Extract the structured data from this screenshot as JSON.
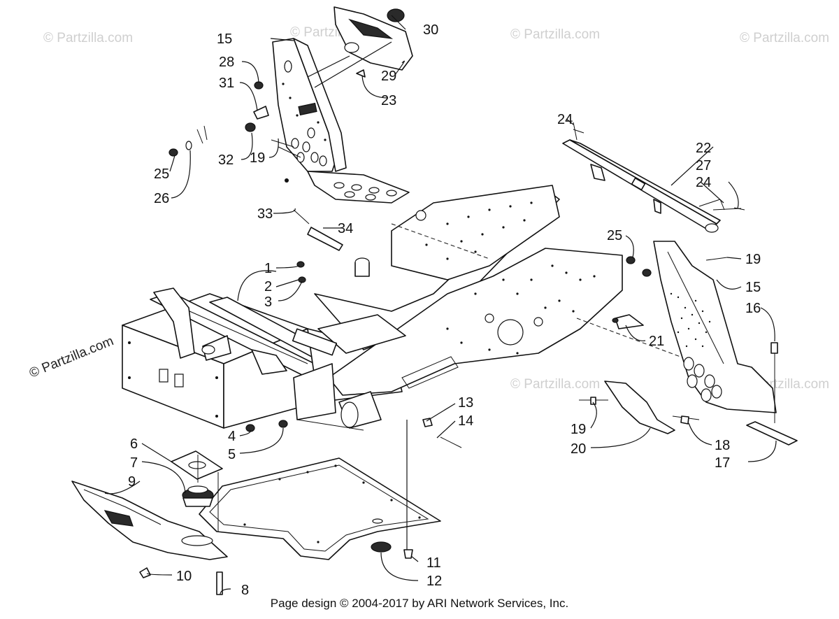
{
  "watermark_text": "© Partzilla.com",
  "footer": "Page design © 2004-2017 by ARI Network Services, Inc.",
  "callouts": {
    "c1": "1",
    "c2": "2",
    "c3": "3",
    "c4": "4",
    "c5": "5",
    "c6": "6",
    "c7": "7",
    "c8": "8",
    "c9": "9",
    "c10": "10",
    "c11": "11",
    "c12": "12",
    "c13": "13",
    "c14": "14",
    "c15a": "15",
    "c15b": "15",
    "c16": "16",
    "c17": "17",
    "c18": "18",
    "c19a": "19",
    "c19b": "19",
    "c19c": "19",
    "c20": "20",
    "c21": "21",
    "c22": "22",
    "c23": "23",
    "c24a": "24",
    "c24b": "24",
    "c25a": "25",
    "c25b": "25",
    "c26": "26",
    "c27": "27",
    "c28": "28",
    "c29": "29",
    "c30": "30",
    "c31": "31",
    "c32": "32",
    "c33": "33",
    "c34": "34"
  }
}
